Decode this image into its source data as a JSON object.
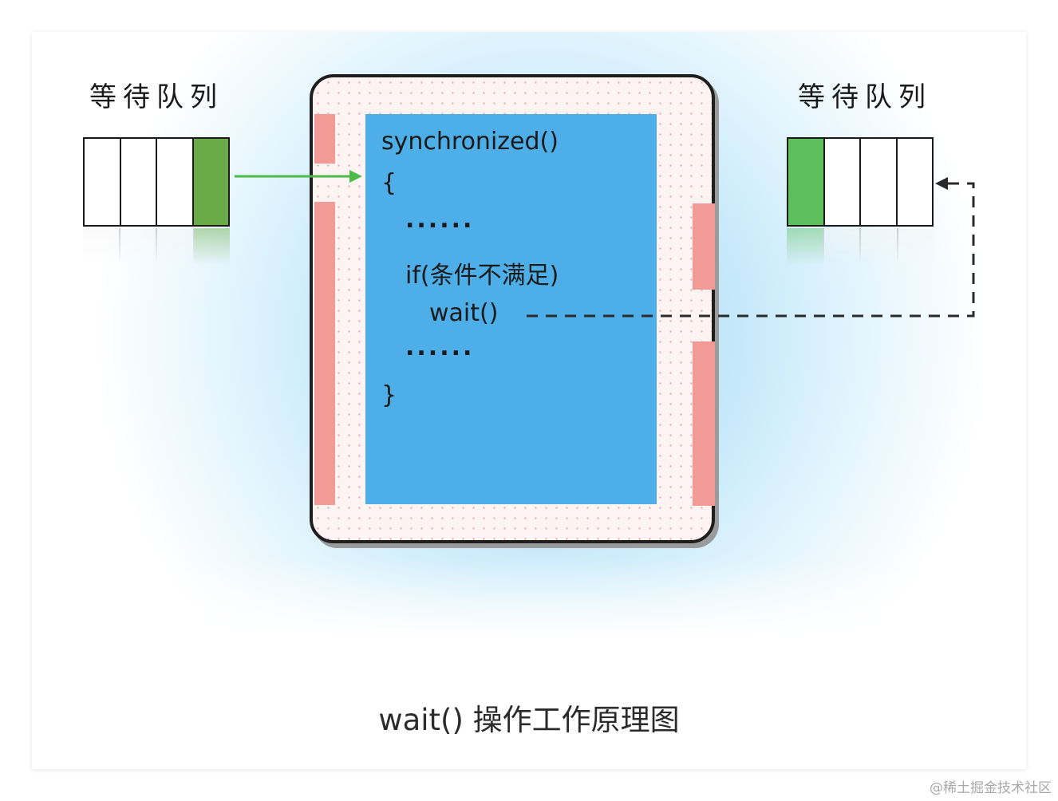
{
  "diagram": {
    "left_queue": {
      "label": "等待队列",
      "cells": 4,
      "highlighted_cell": 4,
      "highlight_color": "#6aab47"
    },
    "right_queue": {
      "label": "等待队列",
      "cells": 4,
      "highlighted_cell": 1,
      "highlight_color": "#5cbf5c"
    },
    "code": {
      "line1": "synchronized()",
      "line2": "{",
      "line3": "......",
      "line4": "if(条件不满足)",
      "line5": "wait()",
      "line6": "......",
      "line7": "}"
    },
    "colors": {
      "code_background": "#4eaee7",
      "monitor_border": "#1e1e1e",
      "door": "#f29b96",
      "enter_arrow": "#4cbb48",
      "wait_line": "#2a2a2a",
      "glow": "#a9dcf6"
    }
  },
  "caption": "wait() 操作工作原理图",
  "watermark": "@稀土掘金技术社区"
}
